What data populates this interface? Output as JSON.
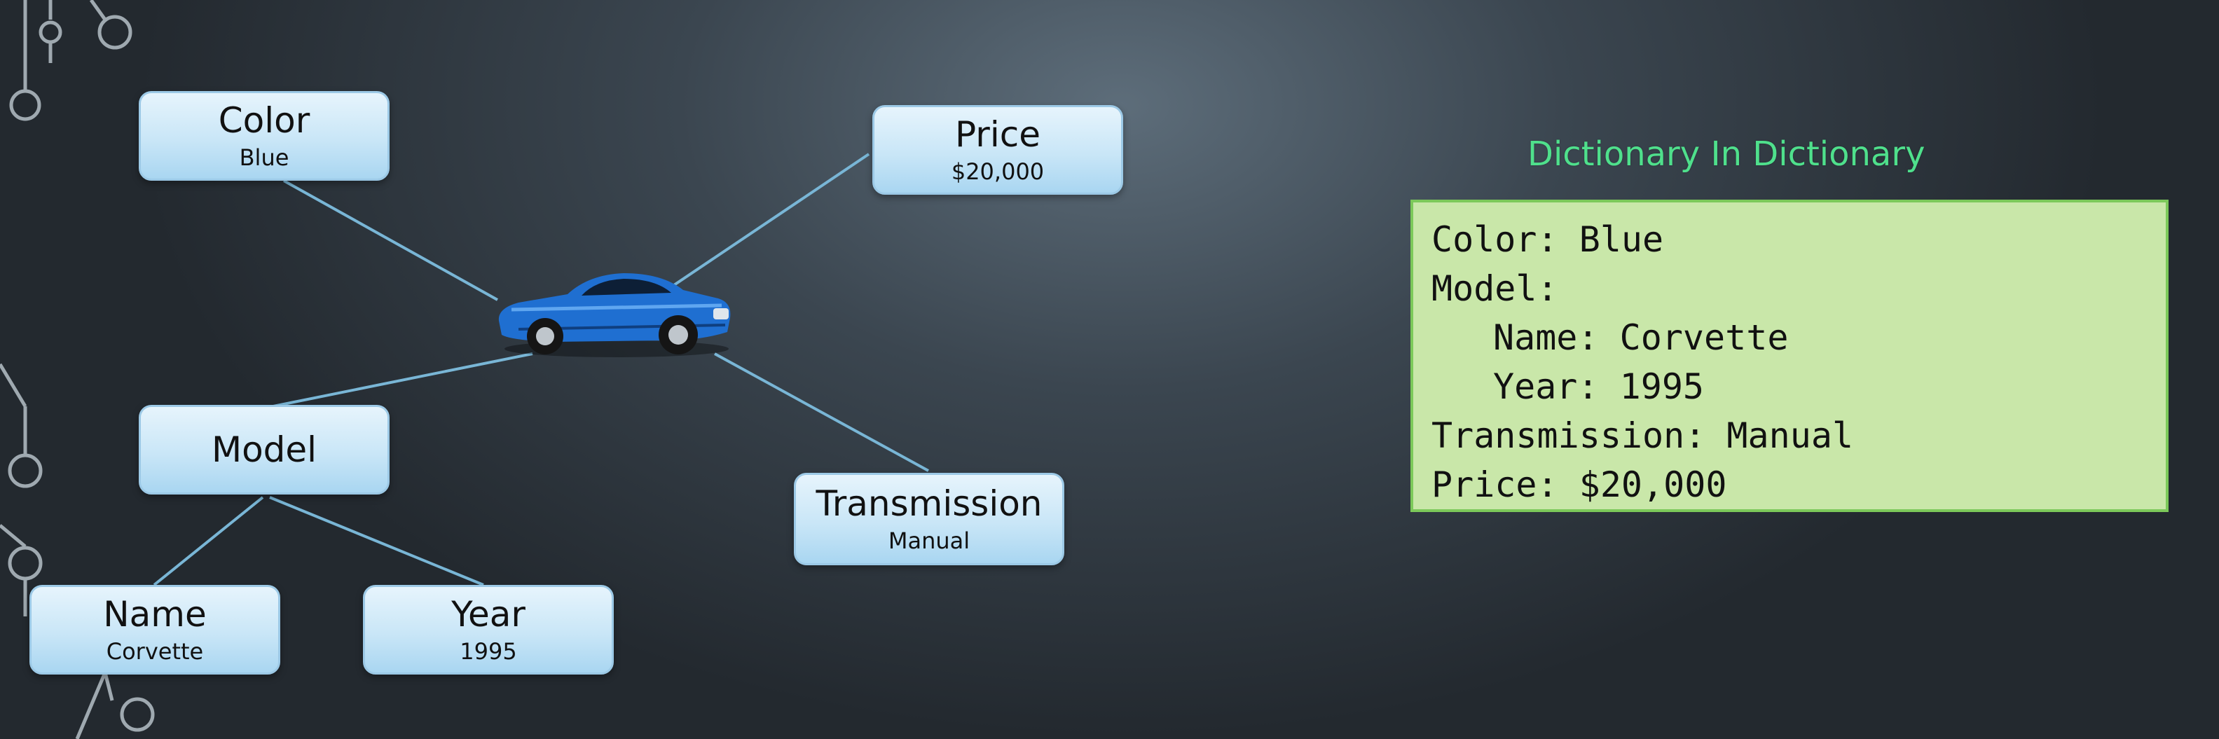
{
  "diagram": {
    "nodes": {
      "color": {
        "key": "Color",
        "value": "Blue"
      },
      "price": {
        "key": "Price",
        "value": "$20,000"
      },
      "model": {
        "key": "Model"
      },
      "transmission": {
        "key": "Transmission",
        "value": "Manual"
      },
      "name": {
        "key": "Name",
        "value": "Corvette"
      },
      "year": {
        "key": "Year",
        "value": "1995"
      }
    }
  },
  "panel": {
    "title": "Dictionary In Dictionary",
    "lines": {
      "color": "Color: Blue",
      "model": "Model:",
      "name": "Name: Corvette",
      "year": "Year: 1995",
      "transmission": "Transmission: Manual",
      "price": "Price: $20,000"
    }
  },
  "colors": {
    "node_fill": "#c9e6f7",
    "connector": "#79b6d6",
    "title_green": "#4fe08c",
    "box_fill": "#c9e7a9",
    "box_border": "#7cc95a"
  },
  "icons": {
    "center": "car-icon"
  }
}
